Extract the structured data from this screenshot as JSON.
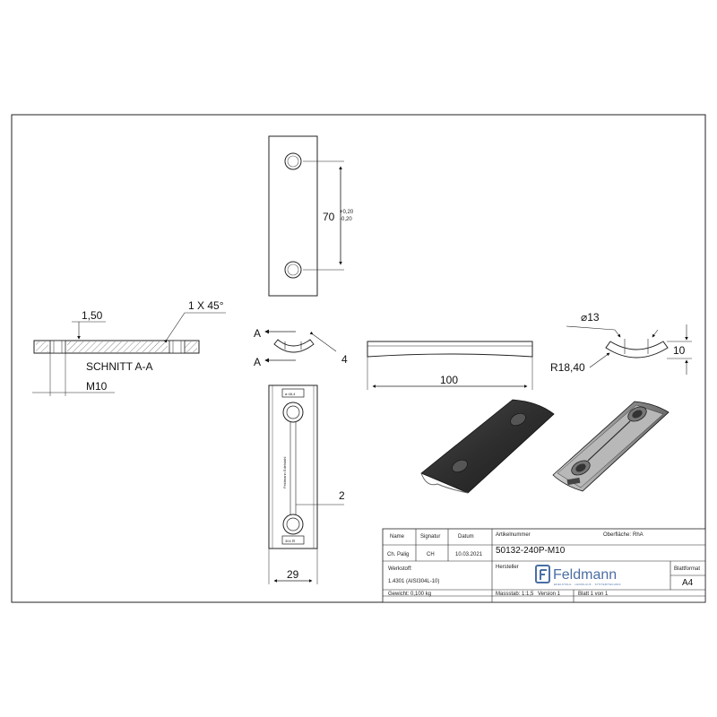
{
  "dimensions": {
    "hole_spacing": "70",
    "hole_spacing_tol_upper": "+0,20",
    "hole_spacing_tol_lower": "-0,20",
    "groove_depth": "1,50",
    "chamfer": "1 X 45°",
    "section_label": "SCHNITT A-A",
    "thread": "M10",
    "section_marker_top": "A",
    "section_marker_bottom": "A",
    "thickness": "4",
    "length": "100",
    "hole_diameter": "⌀13",
    "height": "10",
    "radius": "R18,40",
    "slot_width": "2",
    "width": "29"
  },
  "part_markings": {
    "tube_size": "⌀ 48,4",
    "material_mark": "304 ⊟",
    "engraving": "Feldmann Edelstahl"
  },
  "title_block": {
    "col_name_label": "Name",
    "col_signature_label": "Signatur",
    "col_date_label": "Datum",
    "article_number_label": "Artikelnummer",
    "surface_label": "Oberfläche:",
    "surface_value": "RhA",
    "name_value": "Ch. Palig",
    "signature_value": "CH",
    "date_value": "10.03.2021",
    "article_number": "50132-240P-M10",
    "manufacturer_label": "Hersteller",
    "material_label": "Werkstoff:",
    "material_value": "1.4301 (AISI304L-10)",
    "weight": "Gewicht: 0,100 kg",
    "scale": "Massstab: 1:1,5",
    "version": "Version 1",
    "sheet": "Blatt 1 von 1",
    "sheet_format_label": "Blattformat",
    "sheet_format": "A4",
    "logo_name": "Feldmann",
    "logo_tagline": "EDELSTAHL · HANDLAUF · SYSTEMTECHNIK"
  }
}
